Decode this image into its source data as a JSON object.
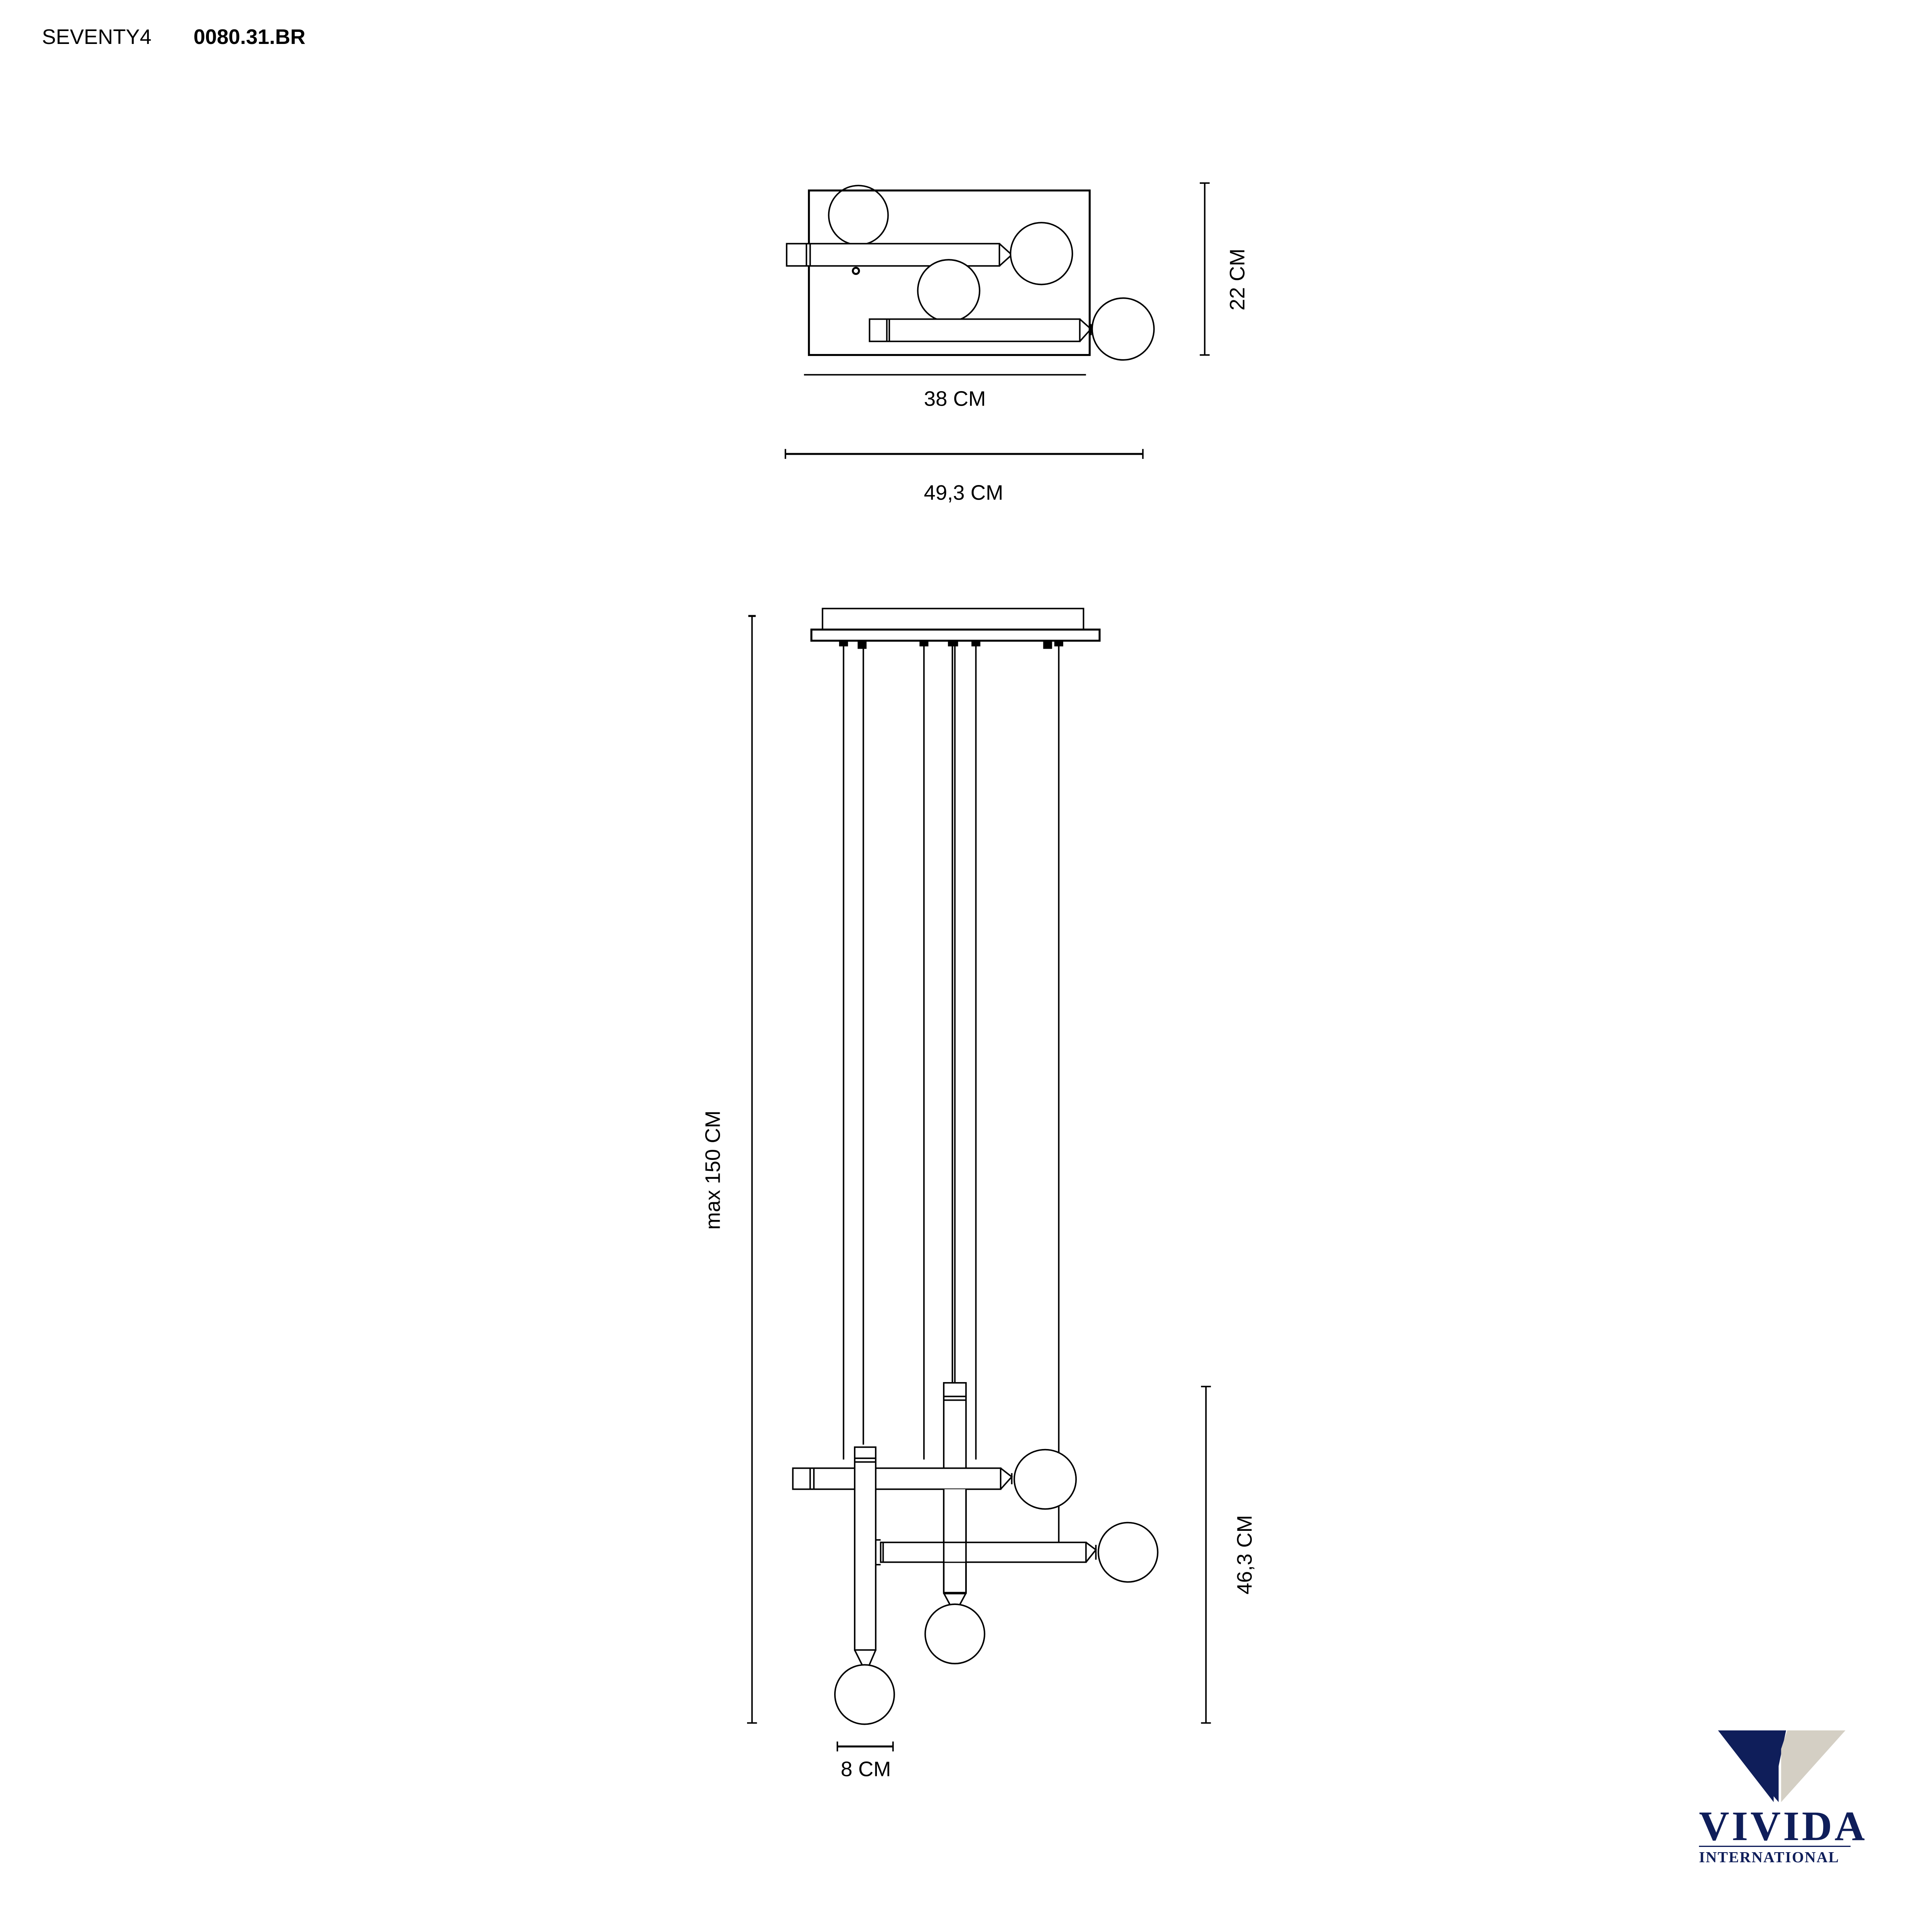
{
  "header": {
    "collection": "SEVENTY4",
    "product_code": "0080.31.BR"
  },
  "top_view": {
    "width_canopy_label": "38 CM",
    "width_overall_label": "49,3 CM",
    "depth_label": "22 CM"
  },
  "side_view": {
    "max_height_label": "max 150 CM",
    "fixture_height_label": "46,3 CM",
    "globe_diameter_label": "8 CM"
  },
  "logo": {
    "name": "VIVIDA",
    "subtitle": "INTERNATIONAL",
    "colors": {
      "navy": "#0f1e5a",
      "beige": "#d4cfc4"
    }
  },
  "colors": {
    "line": "#000000",
    "background": "#ffffff"
  }
}
